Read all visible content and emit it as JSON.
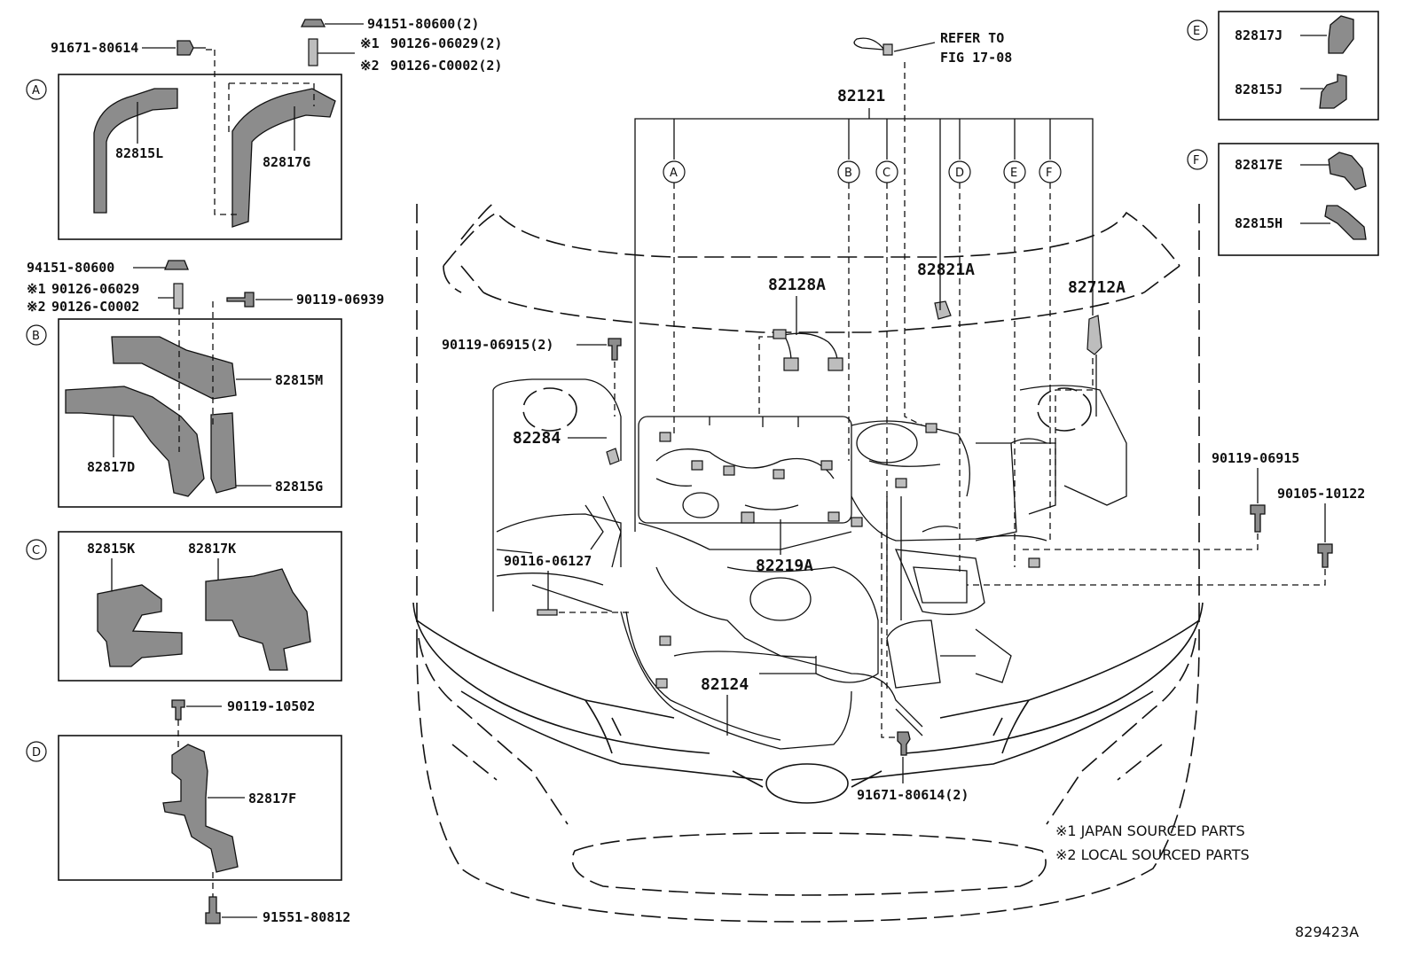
{
  "diagram_id": "829423A",
  "callouts": {
    "p_91671_80614": "91671-80614",
    "p_94151_80600_2": "94151-80600(2)",
    "p_90126_06029_2": "90126-06029(2)",
    "p_90126_c0002_2": "90126-C0002(2)",
    "p_94151_80600": "94151-80600",
    "p_90126_06029": "90126-06029",
    "p_90126_c0002": "90126-C0002",
    "p_90119_06939": "90119-06939",
    "p_90119_10502": "90119-10502",
    "p_91551_80812": "91551-80812",
    "p_90119_06915_2": "90119-06915(2)",
    "p_90116_06127": "90116-06127",
    "p_90119_06915": "90119-06915",
    "p_90105_10122": "90105-10122",
    "p_91671_80614_2": "91671-80614(2)",
    "refer_line1": "REFER TO",
    "refer_line2": "FIG 17-08"
  },
  "mark1": "※1",
  "mark2": "※2",
  "parts": {
    "p82815L": "82815L",
    "p82817G": "82817G",
    "p82815M": "82815M",
    "p82817D": "82817D",
    "p82815G": "82815G",
    "p82815K": "82815K",
    "p82817K": "82817K",
    "p82817F": "82817F",
    "p82817J": "82817J",
    "p82815J": "82815J",
    "p82817E": "82817E",
    "p82815H": "82815H",
    "p82121": "82121",
    "p82128A": "82128A",
    "p82821A": "82821A",
    "p82712A": "82712A",
    "p82284": "82284",
    "p82219A": "82219A",
    "p82124": "82124"
  },
  "section_letters": {
    "A": "A",
    "B": "B",
    "C": "C",
    "D": "D",
    "E": "E",
    "F": "F"
  },
  "notes": {
    "note1": "※1 JAPAN SOURCED PARTS",
    "note2": "※2 LOCAL SOURCED PARTS"
  }
}
